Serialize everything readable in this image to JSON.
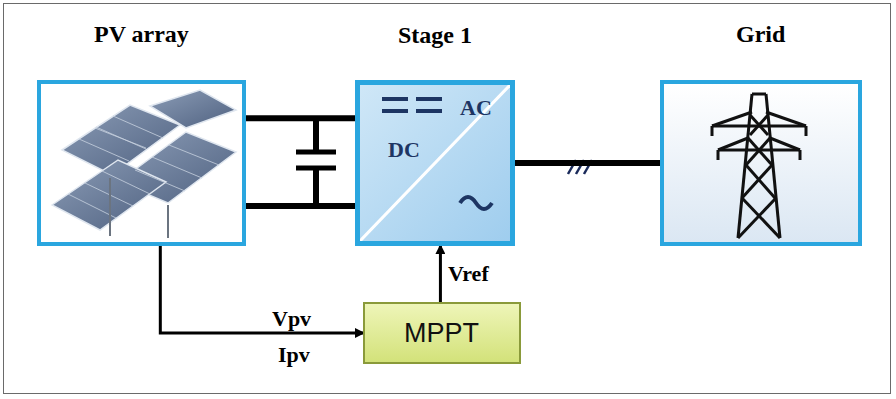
{
  "diagram": {
    "nodes": [
      {
        "text": [
          "PV array"
        ]
      },
      {
        "text": [
          "Stage 1",
          "DC",
          "AC"
        ]
      },
      {
        "text": [
          "Grid"
        ]
      },
      {
        "text": [
          "MPPT"
        ]
      }
    ],
    "edges": [
      {
        "from": 0,
        "to": 1,
        "arrow": "none"
      },
      {
        "from": 1,
        "to": 2,
        "arrow": "none"
      },
      {
        "from": 0,
        "to": 3,
        "arrow": "to"
      },
      {
        "from": 3,
        "to": 1,
        "label": "Vref",
        "arrow": "to"
      }
    ],
    "labels": [
      "Vpv",
      "Ipv"
    ]
  }
}
